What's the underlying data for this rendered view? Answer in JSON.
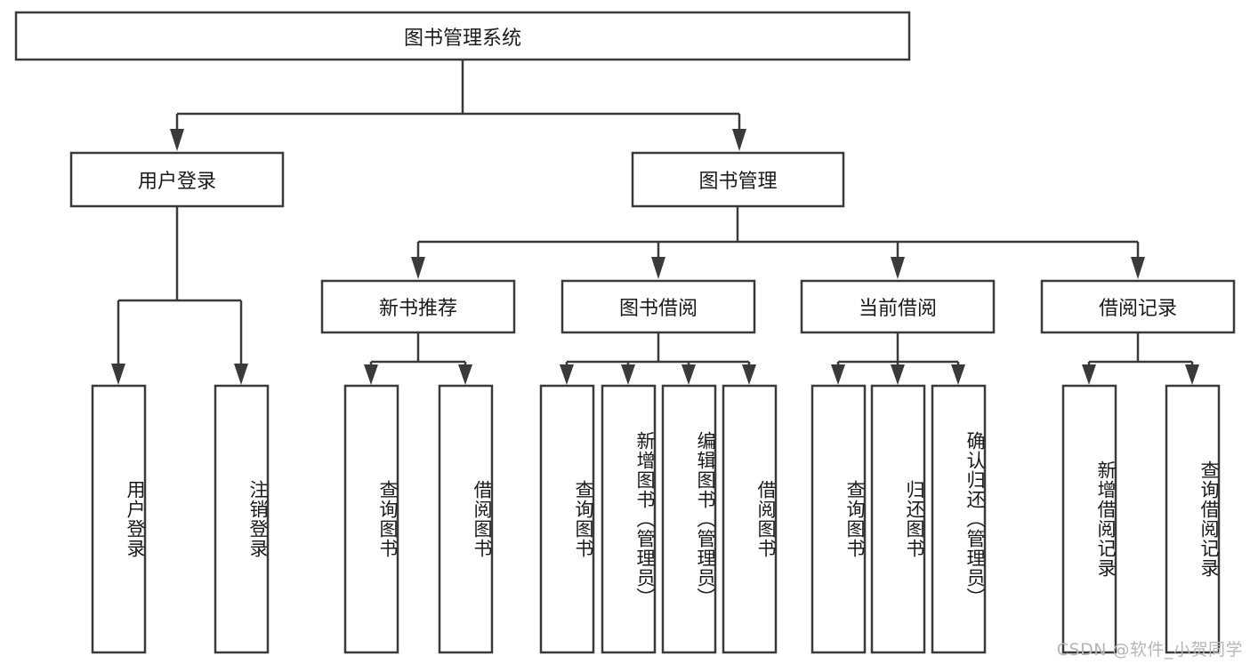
{
  "diagram": {
    "title": "图书管理系统",
    "watermark": "CSDN @软件_小贺同学",
    "colors": {
      "stroke": "#3a3a3a",
      "fill": "#ffffff",
      "text": "#1a1a1a",
      "watermark": "#b6b6b6"
    },
    "root": {
      "label": "图书管理系统"
    },
    "level2": [
      {
        "label": "用户登录"
      },
      {
        "label": "图书管理"
      }
    ],
    "level3": [
      {
        "label": "新书推荐"
      },
      {
        "label": "图书借阅"
      },
      {
        "label": "当前借阅"
      },
      {
        "label": "借阅记录"
      }
    ],
    "leaves": {
      "user_login": [
        {
          "label": "用户登录"
        },
        {
          "label": "注销登录"
        }
      ],
      "new_book": [
        {
          "label": "查询图书"
        },
        {
          "label": "借阅图书"
        }
      ],
      "book_borrow": [
        {
          "label": "查询图书"
        },
        {
          "label": "新增图书（管理员）"
        },
        {
          "label": "编辑图书（管理员）"
        },
        {
          "label": "借阅图书"
        }
      ],
      "current_borrow": [
        {
          "label": "查询图书"
        },
        {
          "label": "归还图书"
        },
        {
          "label": "确认归还（管理员）"
        }
      ],
      "borrow_record": [
        {
          "label": "新增借阅记录"
        },
        {
          "label": "查询借阅记录"
        }
      ]
    }
  }
}
